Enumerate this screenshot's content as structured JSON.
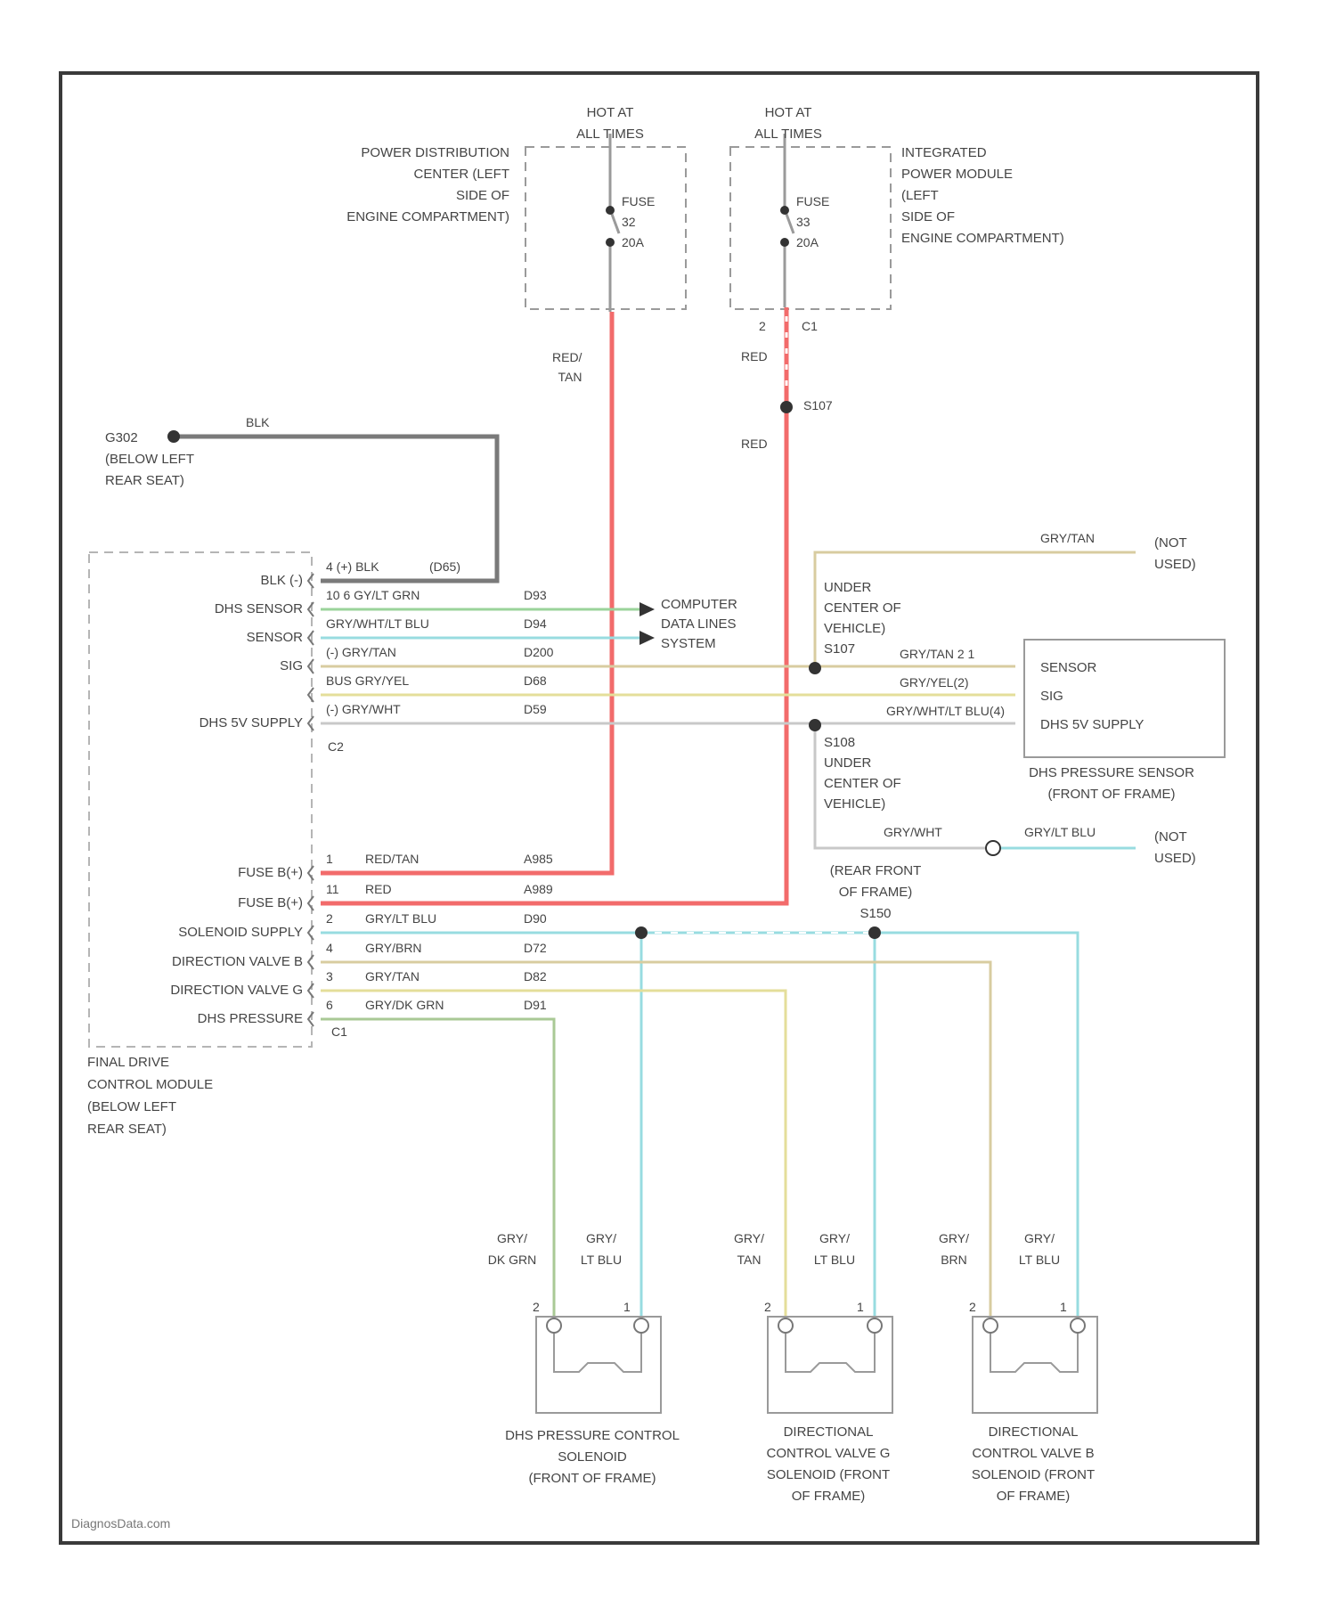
{
  "colors": {
    "frame": "#3a3a3a",
    "red": "#f26b6b",
    "tan": "#d8cca0",
    "gray": "#9a9a9a",
    "green": "#9ad39a",
    "ltblue": "#98dce0",
    "yellow": "#e4de9a",
    "dkgreen": "#a9c995"
  },
  "fuses": {
    "left": {
      "hot": "HOT AT\nALL TIMES",
      "name": "FUSE\n32\n20A",
      "location": "POWER DISTRIBUTION\nCENTER (LEFT\nSIDE OF\nENGINE COMPARTMENT)"
    },
    "right": {
      "hot": "HOT AT\nALL TIMES",
      "name": "FUSE\n33\n20A",
      "location": "INTEGRATED\nPOWER MODULE\n(LEFT\nSIDE OF\nENGINE COMPARTMENT)",
      "connector": "C1",
      "pin": "2"
    }
  },
  "wires": {
    "red_tan": "RED/\nTAN",
    "red_1": "RED",
    "red_2": "RED",
    "splice_s107": "S107",
    "blk": "BLK",
    "gnd": "G302\n(BELOW LEFT\nREAR SEAT)"
  },
  "module": {
    "pins_c2": [
      {
        "label": "BLK (-)",
        "pin": "4 (+) BLK",
        "circuit": "(D65)"
      },
      {
        "label": "DHS SENSOR",
        "pin": "10 6 GY/LT GRN",
        "circuit": "D93"
      },
      {
        "label": "SENSOR",
        "pin": "GRY/WHT/LT BLU",
        "circuit": "D94"
      },
      {
        "label": "SIG",
        "pin": "(-) GRY/TAN",
        "circuit": "D200"
      },
      {
        "label": "",
        "pin": "BUS GRY/YEL",
        "circuit": "D68"
      },
      {
        "label": "DHS 5V SUPPLY",
        "pin": "(-) GRY/WHT",
        "circuit": "D59"
      }
    ],
    "c2": "C2",
    "pins_c1": [
      {
        "label": "FUSE B(+)",
        "pin": "1",
        "wire": "RED/TAN",
        "circuit": "A985"
      },
      {
        "label": "FUSE B(+)",
        "pin": "11",
        "wire": "RED",
        "circuit": "A989"
      },
      {
        "label": "SOLENOID SUPPLY",
        "pin": "2",
        "wire": "GRY/LT BLU",
        "circuit": "D90"
      },
      {
        "label": "DIRECTION VALVE B",
        "pin": "4",
        "wire": "GRY/BRN",
        "circuit": "D72"
      },
      {
        "label": "DIRECTION VALVE G",
        "pin": "3",
        "wire": "GRY/TAN",
        "circuit": "D82"
      },
      {
        "label": "DHS PRESSURE",
        "pin": "6",
        "wire": "GRY/DK GRN",
        "circuit": "D91"
      }
    ],
    "c1": "C1",
    "name": "FINAL DRIVE\nCONTROL MODULE\n(BELOW LEFT\nREAR SEAT)"
  },
  "data_links": "COMPUTER\nDATA LINES\nSYSTEM",
  "not_used_1": "(NOT\nUSED)",
  "gry_tan_top": "GRY/TAN",
  "under_center_1": "UNDER\nCENTER OF\nVEHICLE)\nS107",
  "sensor_wires": {
    "a": "GRY/TAN 2 1",
    "b": "GRY/YEL(2)",
    "c": "GRY/WHT/LT BLU(4)"
  },
  "sensor_box": {
    "l1": "SENSOR",
    "l2": "SIG",
    "l3": "DHS 5V SUPPLY",
    "name": "DHS PRESSURE SENSOR\n(FRONT OF FRAME)"
  },
  "under_center_2": "S108\nUNDER\nCENTER OF\nVEHICLE)",
  "gry_wht": "GRY/WHT",
  "gry_lt_blu": "GRY/LT BLU",
  "not_used_2": "(NOT\nUSED)",
  "rear_front": "(REAR FRONT\nOF FRAME)\nS150",
  "solenoids": [
    {
      "left_wire": "GRY/\nDK GRN",
      "right_wire": "GRY/\nLT BLU",
      "name": "DHS PRESSURE CONTROL\nSOLENOID\n(FRONT OF FRAME)"
    },
    {
      "left_wire": "GRY/\nTAN",
      "right_wire": "GRY/\nLT BLU",
      "name": "DIRECTIONAL\nCONTROL VALVE G\nSOLENOID (FRONT\nOF FRAME)"
    },
    {
      "left_wire": "GRY/\nBRN",
      "right_wire": "GRY/\nLT BLU",
      "name": "DIRECTIONAL\nCONTROL VALVE B\nSOLENOID (FRONT\nOF FRAME)"
    }
  ],
  "watermark": "DiagnosData.com"
}
